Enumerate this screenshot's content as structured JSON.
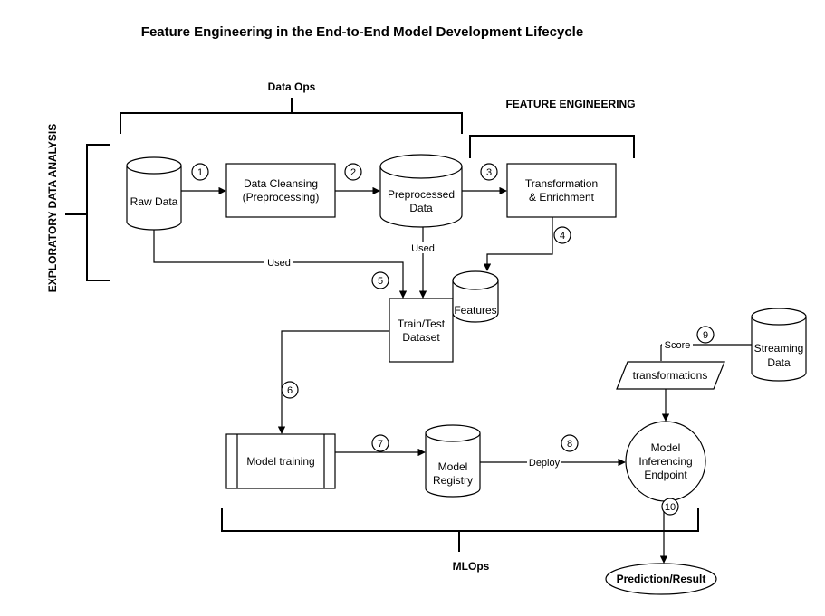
{
  "title": "Feature Engineering in the End-to-End Model Development Lifecycle",
  "groups": {
    "data_ops": "Data Ops",
    "feature_engineering": "FEATURE ENGINEERING",
    "eda": "EXPLORATORY DATA ANALYSIS",
    "mlops": "MLOps"
  },
  "nodes": {
    "raw_data": "Raw Data",
    "data_cleansing_1": "Data Cleansing",
    "data_cleansing_2": "(Preprocessing)",
    "preprocessed_1": "Preprocessed",
    "preprocessed_2": "Data",
    "transformation_1": "Transformation",
    "transformation_2": "& Enrichment",
    "features": "Features",
    "train_test_1": "Train/Test",
    "train_test_2": "Dataset",
    "model_training": "Model training",
    "model_registry_1": "Model",
    "model_registry_2": "Registry",
    "inferencing_1": "Model",
    "inferencing_2": "Inferencing",
    "inferencing_3": "Endpoint",
    "streaming_1": "Streaming",
    "streaming_2": "Data",
    "transformations": "transformations",
    "prediction": "Prediction/Result"
  },
  "edge_labels": {
    "used_raw": "Used",
    "used_pre": "Used",
    "score": "Score",
    "deploy": "Deploy"
  },
  "steps": [
    "1",
    "2",
    "3",
    "4",
    "5",
    "6",
    "7",
    "8",
    "9",
    "10"
  ]
}
